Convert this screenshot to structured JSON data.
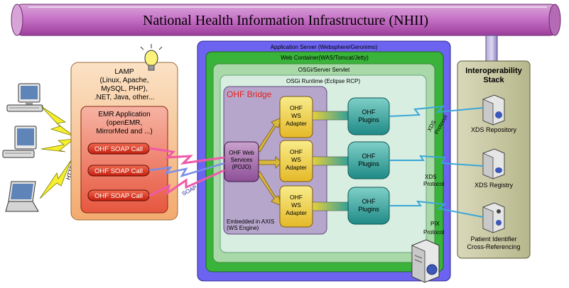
{
  "banner": {
    "title": "National Health Information Infrastructure (NHII)"
  },
  "lamp": {
    "heading": "LAMP",
    "lines": [
      "(Linux, Apache,",
      "MySQL, PHP),",
      ".NET, Java, other..."
    ]
  },
  "emr": {
    "title": "EMR Application",
    "lines": [
      "(openEMR,",
      "MirrorMed and ...)"
    ],
    "calls": [
      "OHF SOAP Call",
      "OHF SOAP Call",
      "OHF SOAP Call"
    ]
  },
  "protocols": {
    "http": "HTTP",
    "soap": "SOAP"
  },
  "server": {
    "app_server": "Application Server (Websphere/Geronimo)",
    "web_container": "Web Container(WAS/Tomcat/Jetty)",
    "osgi_servlet": "OSGi/Server Servlet",
    "osgi_runtime": "OSGi Runtime (Eclipse RCP)",
    "bridge_title": "OHF Bridge",
    "web_services": [
      "OHF Web",
      "Services",
      "(POJO)"
    ],
    "adapters": [
      [
        "OHF",
        "WS",
        "Adapter"
      ],
      [
        "OHF",
        "WS",
        "Adapter"
      ],
      [
        "OHF",
        "WS",
        "Adapter"
      ]
    ],
    "plugins": [
      [
        "OHF",
        "Plugins"
      ],
      [
        "OHF",
        "Plugins"
      ],
      [
        "OHF",
        "Plugins"
      ]
    ],
    "axis_note": [
      "Embedded in AXIS",
      "(WS Engine)"
    ]
  },
  "interop": {
    "title": [
      "Interoperability",
      "Stack"
    ],
    "services": [
      {
        "label": [
          "XDS Repository"
        ],
        "protocol": [
          "XDS",
          "Protocol"
        ]
      },
      {
        "label": [
          "XDS Registry"
        ],
        "protocol": [
          "XDS",
          "Protocol"
        ]
      },
      {
        "label": [
          "Patient Identifier",
          "Cross-Referencing"
        ],
        "protocol": [
          "PIX",
          "Protocol"
        ]
      }
    ]
  },
  "colors": {
    "banner": "#c774c7",
    "lamp_bg": "#f9c9a0",
    "emr_bg": "#ef7f6a",
    "call_bg": "#e0321c",
    "app_server": "#6c64f0",
    "web_container": "#39b33a",
    "osgi_servlet": "#a9d9a8",
    "osgi_runtime": "#d7eee0",
    "bridge": "#b7a6cc",
    "adapter": "#f2d23a",
    "plugin": "#36a4a0",
    "interop": "#c8c8a2"
  },
  "icons": [
    "computer-icon",
    "laptop-icon",
    "lightbulb-icon",
    "server-icon",
    "lightning-icon"
  ]
}
